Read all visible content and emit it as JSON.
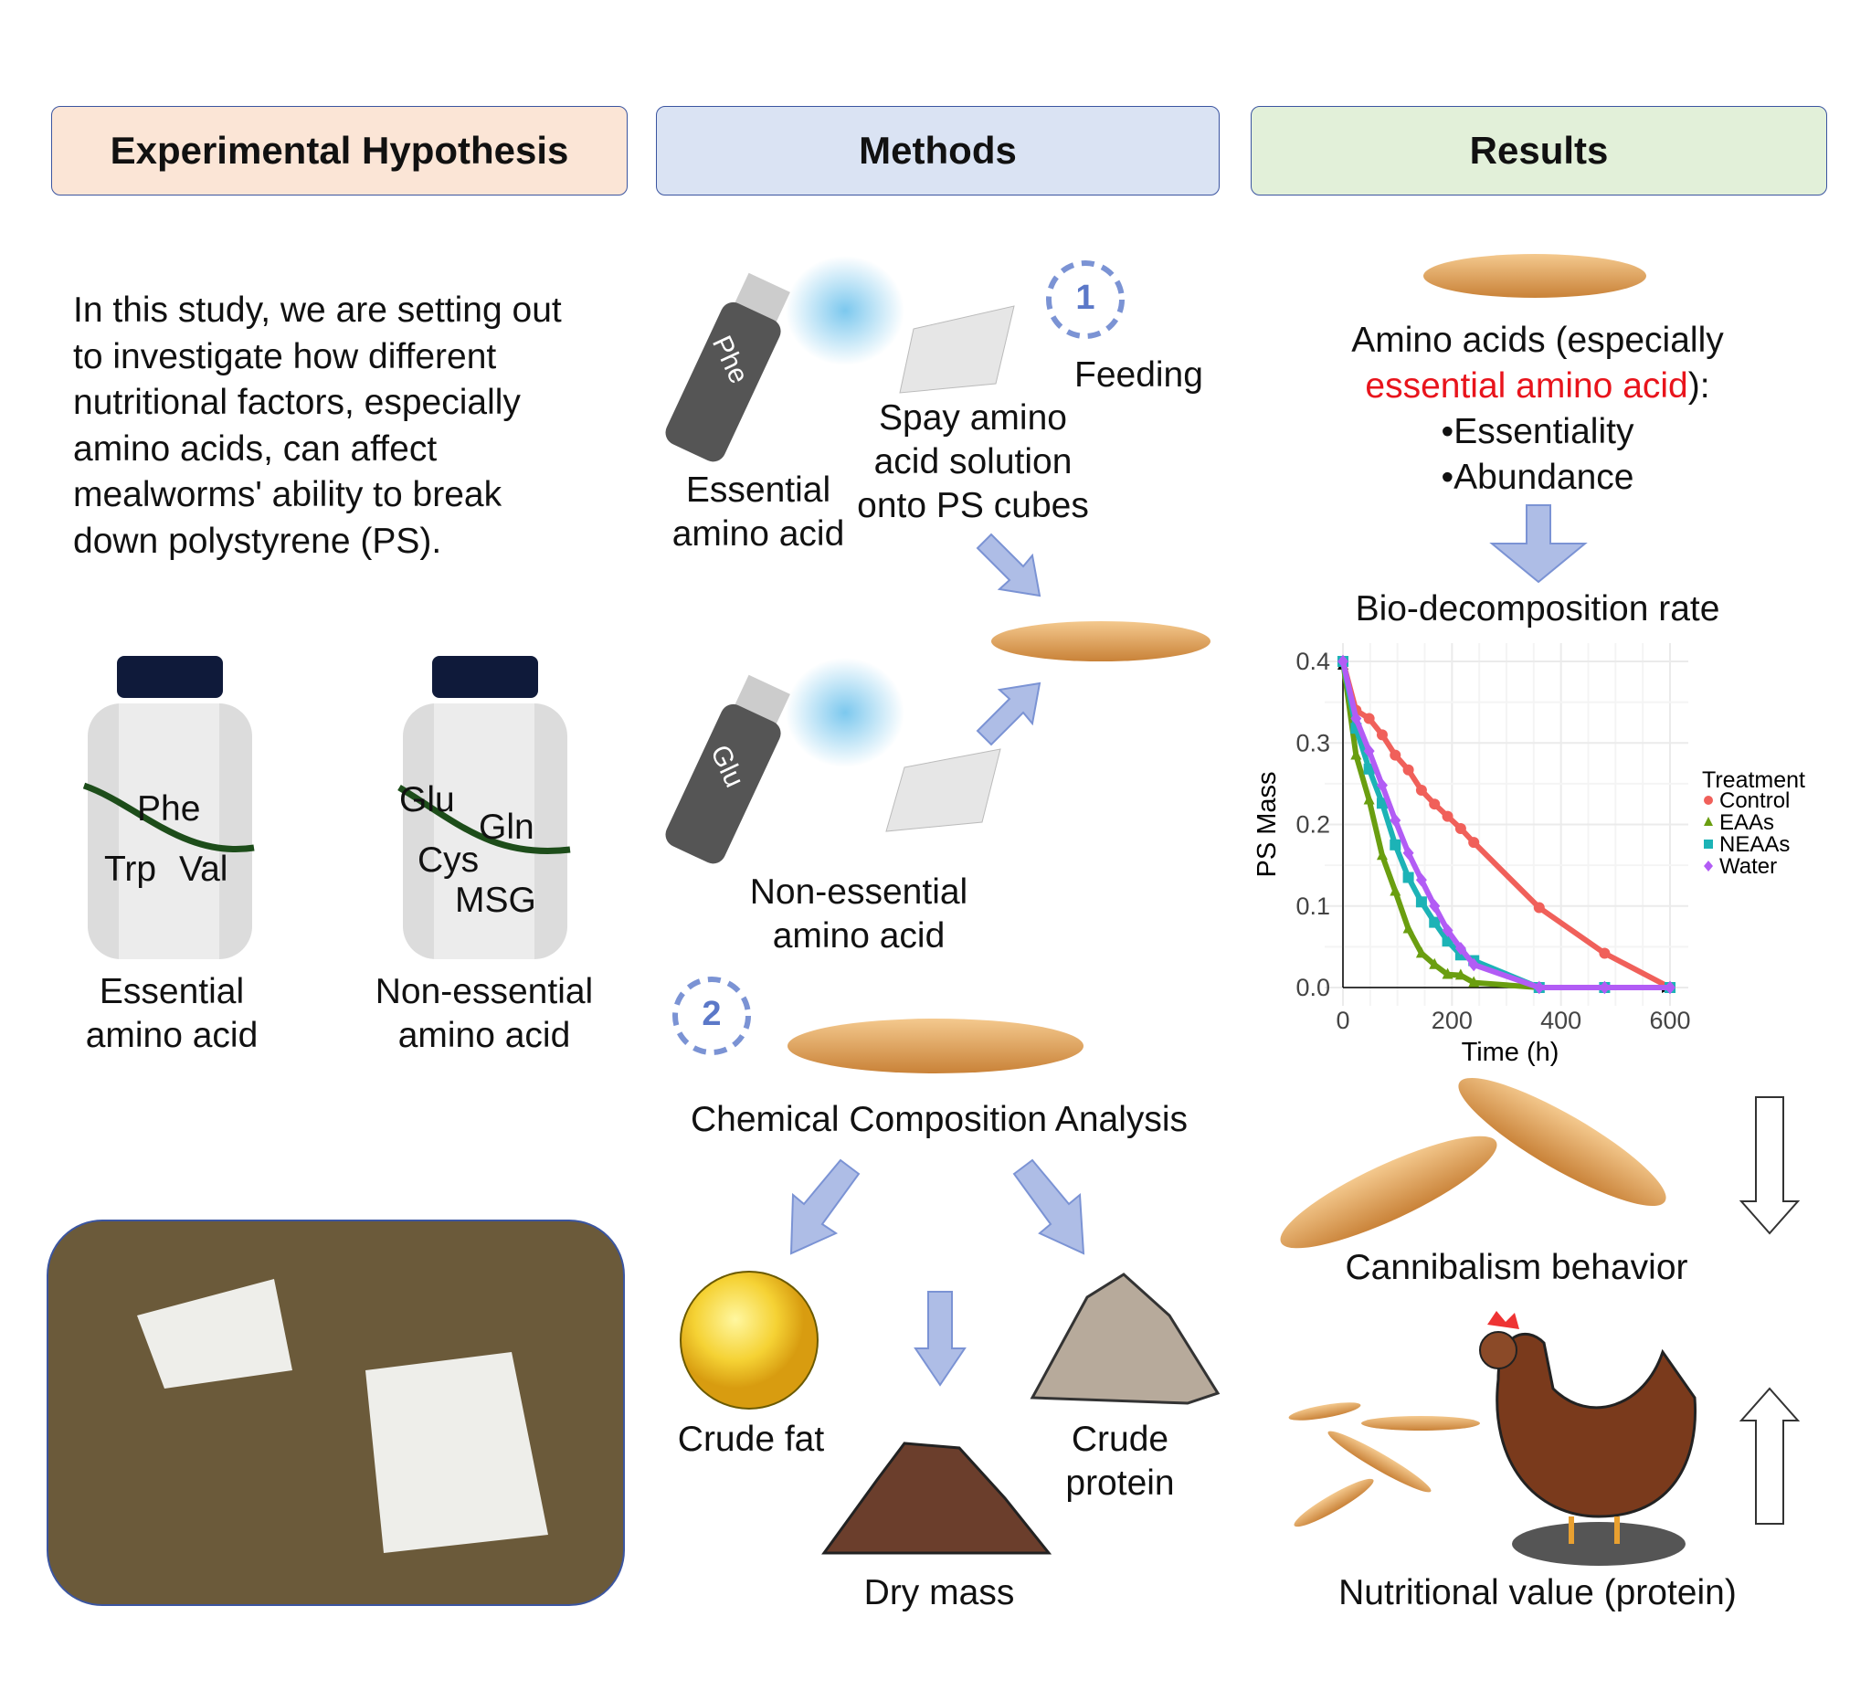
{
  "headers": {
    "hypothesis": "Experimental Hypothesis",
    "methods": "Methods",
    "results": "Results"
  },
  "colors": {
    "hypothesis_bg": "#fbe5d6",
    "methods_bg": "#dae3f3",
    "results_bg": "#e2f0d9",
    "arrow": "#aebde6",
    "highlight": "#e8141c"
  },
  "hypothesis": {
    "lines": [
      "In this study, we are setting out",
      "to investigate how different",
      "nutritional factors, especially",
      "amino acids, can affect",
      "mealworms' ability to break",
      "down polystyrene (PS)."
    ],
    "bottle1": {
      "labels": [
        "Phe",
        "Trp",
        "Val"
      ],
      "caption": [
        "Essential",
        "amino acid"
      ]
    },
    "bottle2": {
      "labels": [
        "Glu",
        "Gln",
        "Cys",
        "MSG"
      ],
      "caption": [
        "Non-essential",
        "amino acid"
      ]
    }
  },
  "methods": {
    "step1_number": "1",
    "step1_label": "Feeding",
    "spray1_label": "Phe",
    "spray2_label": "Glu",
    "spray_text": [
      "Spay amino",
      "acid solution",
      "onto PS cubes"
    ],
    "essential": [
      "Essential",
      "amino acid"
    ],
    "nonessential": [
      "Non-essential",
      "amino acid"
    ],
    "step2_number": "2",
    "step2_label": "Chemical Composition Analysis",
    "crude_fat": "Crude fat",
    "crude_protein": [
      "Crude",
      "protein"
    ],
    "dry_mass": "Dry mass"
  },
  "results": {
    "amino_line1": "Amino acids (especially",
    "amino_highlight": "essential amino acid",
    "amino_suffix": "):",
    "bullets": [
      "•Essentiality",
      "•Abundance"
    ],
    "bio_rate": "Bio-decomposition rate",
    "cannibalism": "Cannibalism behavior",
    "nutrition": "Nutritional value (protein)"
  },
  "chart_data": {
    "type": "line",
    "xlabel": "Time (h)",
    "ylabel": "PS Mass",
    "xlim": [
      0,
      600
    ],
    "ylim": [
      0,
      0.4
    ],
    "xticks": [
      "0",
      "200",
      "400",
      "600"
    ],
    "yticks": [
      "0.0",
      "0.1",
      "0.2",
      "0.3",
      "0.4"
    ],
    "legend_title": "Treatment",
    "legend_position": "right",
    "grid": true,
    "x": [
      0,
      24,
      48,
      72,
      96,
      120,
      144,
      168,
      192,
      216,
      240,
      360,
      480,
      600
    ],
    "series": [
      {
        "name": "Control",
        "color": "#f0605a",
        "marker": "circle",
        "values": [
          0.4,
          0.34,
          0.33,
          0.31,
          0.285,
          0.267,
          0.242,
          0.225,
          0.21,
          0.195,
          0.178,
          0.098,
          0.042,
          0
        ]
      },
      {
        "name": "EAAs",
        "color": "#6a9e10",
        "marker": "triangle",
        "values": [
          0.4,
          0.285,
          0.23,
          0.162,
          0.118,
          0.072,
          0.042,
          0.028,
          0.016,
          0.015,
          0.006,
          0,
          0,
          0
        ]
      },
      {
        "name": "NEAAs",
        "color": "#1cb3b6",
        "marker": "square",
        "values": [
          0.4,
          0.318,
          0.268,
          0.226,
          0.175,
          0.135,
          0.105,
          0.08,
          0.057,
          0.04,
          0.033,
          0,
          0,
          0
        ]
      },
      {
        "name": "Water",
        "color": "#b25cf5",
        "marker": "diamond",
        "values": [
          0.4,
          0.33,
          0.29,
          0.248,
          0.205,
          0.165,
          0.132,
          0.1,
          0.07,
          0.048,
          0.028,
          0,
          0,
          0
        ]
      }
    ]
  }
}
